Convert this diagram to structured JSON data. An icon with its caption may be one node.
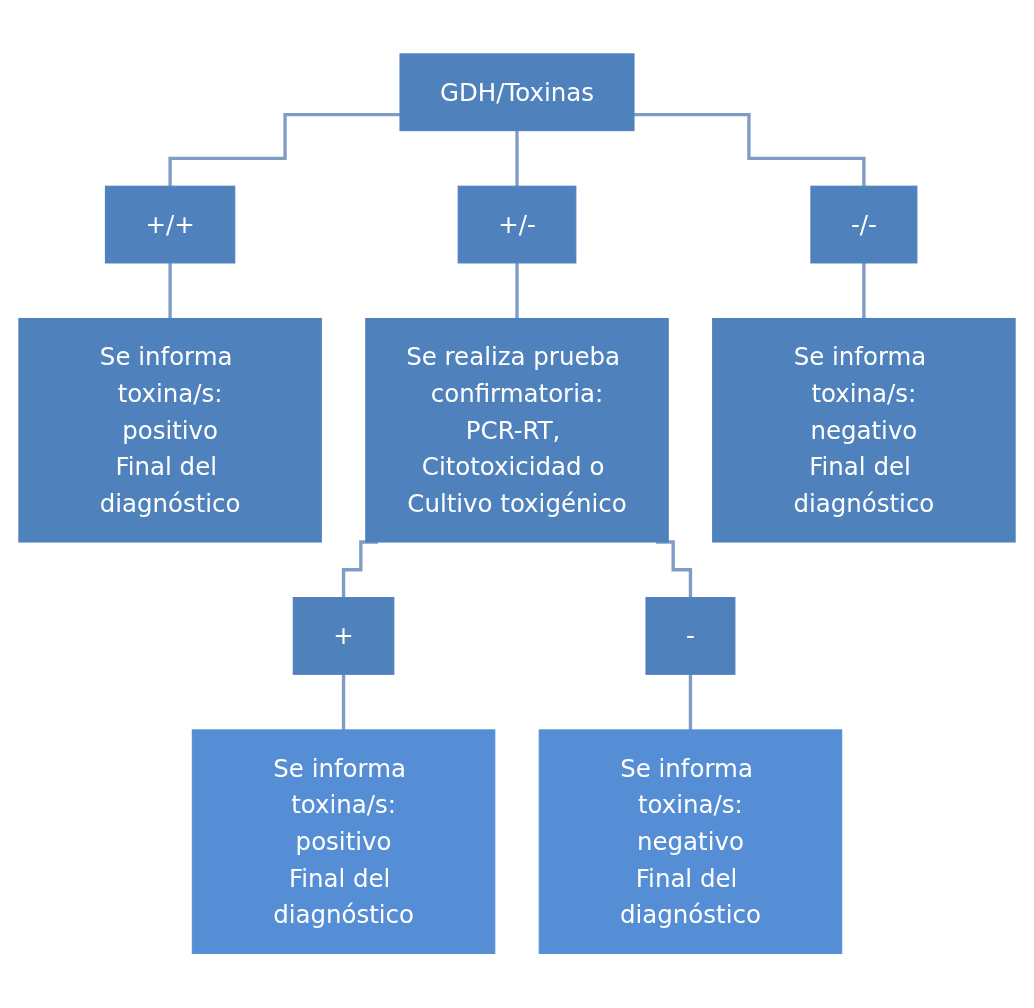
{
  "diagram": {
    "nodes": [
      {
        "text": [
          "GDH/Toxinas"
        ]
      },
      {
        "text": [
          "+/+"
        ]
      },
      {
        "text": [
          "+/-"
        ]
      },
      {
        "text": [
          "-/-"
        ]
      },
      {
        "text": [
          "Se informa toxina/s:",
          "positivo",
          "Final del diagnóstico"
        ]
      },
      {
        "text": [
          "Se realiza prueba confirmatoria:",
          "PCR-RT, Citotoxicidad o Cultivo toxigénico"
        ]
      },
      {
        "text": [
          "Se informa toxina/s:",
          "negativo",
          "Final del diagnóstico"
        ]
      },
      {
        "text": [
          "+"
        ]
      },
      {
        "text": [
          "-"
        ]
      },
      {
        "text": [
          "Se informa toxina/s:",
          "positivo",
          "Final del diagnóstico"
        ]
      },
      {
        "text": [
          "Se informa toxina/s:",
          "negativo",
          "Final del diagnóstico"
        ]
      }
    ],
    "edges": [
      {
        "from": 0,
        "to": 1,
        "arrow": "none"
      },
      {
        "from": 0,
        "to": 2,
        "arrow": "none"
      },
      {
        "from": 0,
        "to": 3,
        "arrow": "none"
      },
      {
        "from": 1,
        "to": 4,
        "arrow": "none"
      },
      {
        "from": 2,
        "to": 5,
        "arrow": "none"
      },
      {
        "from": 3,
        "to": 6,
        "arrow": "none"
      },
      {
        "from": 5,
        "to": 7,
        "arrow": "none"
      },
      {
        "from": 5,
        "to": 8,
        "arrow": "none"
      },
      {
        "from": 7,
        "to": 9,
        "arrow": "none"
      },
      {
        "from": 8,
        "to": 10,
        "arrow": "none"
      }
    ]
  }
}
